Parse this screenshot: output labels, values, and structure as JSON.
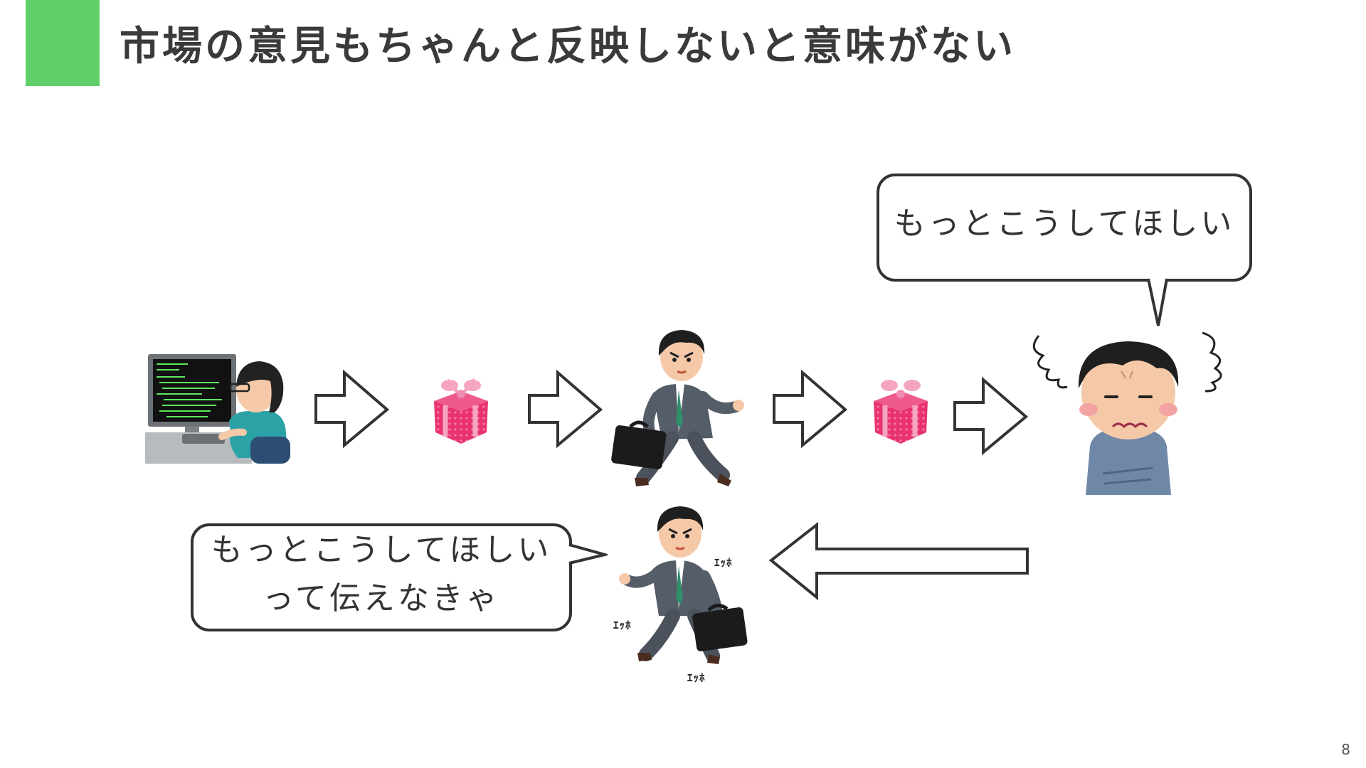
{
  "slide": {
    "title": "市場の意見もちゃんと反映しないと意味がない",
    "page_number": "8",
    "accent_color": "#5fcf6a"
  },
  "diagram": {
    "customer_speech": "もっとこうしてほしい",
    "salesperson_speech_line1": "もっとこうしてほしい",
    "salesperson_speech_line2": "って伝えなきゃ",
    "effort_sound_1": "ｴｯﾎ",
    "effort_sound_2": "ｴｯﾎ",
    "effort_sound_3": "ｴｯﾎ",
    "icons": {
      "developer": "developer-at-computer-icon",
      "gift": "gift-box-icon",
      "salesperson": "running-salesperson-icon",
      "customer": "troubled-customer-icon",
      "arrow": "right-arrow-icon",
      "back_arrow": "left-arrow-icon"
    }
  }
}
